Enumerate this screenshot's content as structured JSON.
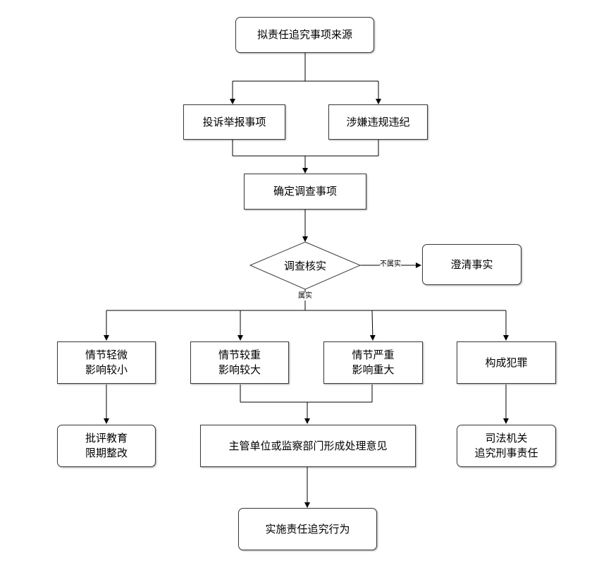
{
  "nodes": {
    "source": "拟责任追究事项来源",
    "complaint": "投诉举报事项",
    "violation": "涉嫌违规违纪",
    "confirm": "确定调查事项",
    "verify": "调查核实",
    "clarify": "澄清事实",
    "minor": "情节轻微\n影响较小",
    "heavier": "情节较重\n影响较大",
    "serious": "情节严重\n影响重大",
    "crime": "构成犯罪",
    "criticize": "批评教育\n限期整改",
    "opinion": "主管单位或监察部门形成处理意见",
    "judicial": "司法机关\n追究刑事责任",
    "implement": "实施责任追究行为"
  },
  "edge_labels": {
    "not_true": "不属实",
    "true": "属实"
  }
}
